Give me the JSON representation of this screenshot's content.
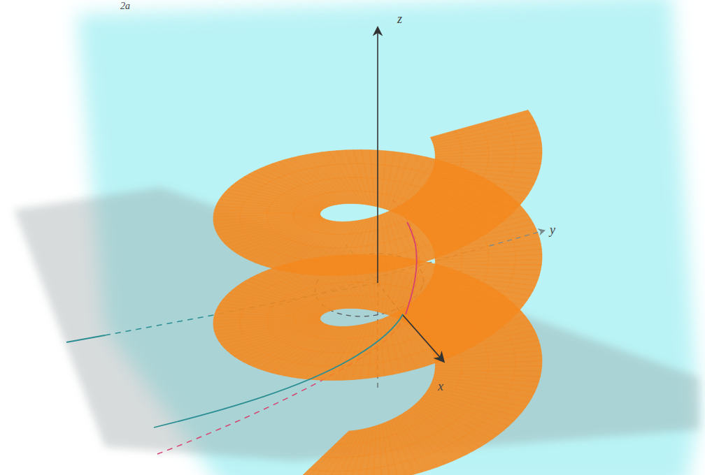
{
  "diagram": {
    "labels": [
      "2a",
      "z",
      "y",
      "x"
    ]
  }
}
